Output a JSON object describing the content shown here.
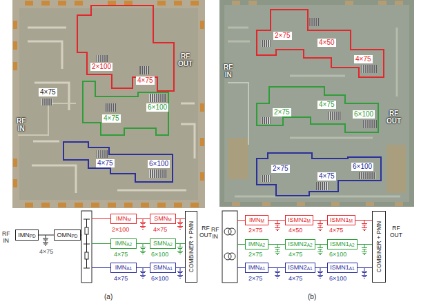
{
  "diagram": {
    "nodes": [
      {
        "text": [
          "IMN",
          "PD"
        ]
      },
      {
        "text": [
          "OMN",
          "PD"
        ]
      },
      {
        "text": [
          "IMN",
          "M"
        ]
      },
      {
        "text": [
          "SMN",
          "M"
        ]
      },
      {
        "text": [
          "IMN",
          "A2"
        ]
      },
      {
        "text": [
          "SMN",
          "A2"
        ]
      },
      {
        "text": [
          "IMN",
          "A1"
        ]
      },
      {
        "text": [
          "SMN",
          "A1"
        ]
      },
      {
        "text": [
          "COMBINER + PMN"
        ]
      },
      {
        "text": [
          "IMN",
          "M"
        ]
      },
      {
        "text": [
          "ISMN2",
          "M"
        ]
      },
      {
        "text": [
          "ISMN1",
          "M"
        ]
      },
      {
        "text": [
          "IMN",
          "A2"
        ]
      },
      {
        "text": [
          "ISMN2",
          "A2"
        ]
      },
      {
        "text": [
          "ISMN1",
          "A2"
        ]
      },
      {
        "text": [
          "IMN",
          "A1"
        ]
      },
      {
        "text": [
          "ISMN2",
          "A1"
        ]
      },
      {
        "text": [
          "ISMN1",
          "A1"
        ]
      },
      {
        "text": [
          "COMBINER + PMN"
        ]
      }
    ],
    "edges": [
      {
        "from": 0,
        "to": 1,
        "arrow": "none"
      },
      {
        "from": 2,
        "to": 3,
        "arrow": "none"
      },
      {
        "from": 3,
        "to": 8,
        "arrow": "none"
      },
      {
        "from": 4,
        "to": 5,
        "arrow": "none"
      },
      {
        "from": 5,
        "to": 8,
        "arrow": "none"
      },
      {
        "from": 6,
        "to": 7,
        "arrow": "none"
      },
      {
        "from": 7,
        "to": 8,
        "arrow": "none"
      },
      {
        "from": 9,
        "to": 10,
        "arrow": "none"
      },
      {
        "from": 10,
        "to": 11,
        "arrow": "none"
      },
      {
        "from": 11,
        "to": 18,
        "arrow": "none"
      },
      {
        "from": 12,
        "to": 13,
        "arrow": "none"
      },
      {
        "from": 13,
        "to": 14,
        "arrow": "none"
      },
      {
        "from": 14,
        "to": 18,
        "arrow": "none"
      },
      {
        "from": 15,
        "to": 16,
        "arrow": "none"
      },
      {
        "from": 16,
        "to": 17,
        "arrow": "none"
      },
      {
        "from": 17,
        "to": 18,
        "arrow": "none"
      }
    ],
    "labels": [
      "2×100",
      "4×75",
      "RF OUT",
      "4×75",
      "RF IN",
      "6×100",
      "4×75",
      "4×75",
      "6×100",
      "RF IN",
      "4×75",
      "2×100",
      "4×75",
      "4×75",
      "6×100",
      "4×75",
      "6×100",
      "RF OUT",
      "(a)",
      "2×75",
      "4×50",
      "4×75",
      "RF IN",
      "2×75",
      "4×75",
      "6×100",
      "RF OUT",
      "2×75",
      "4×75",
      "6×100",
      "RF IN",
      "2×75",
      "4×50",
      "4×75",
      "2×75",
      "4×75",
      "6×100",
      "2×75",
      "4×75",
      "6×100",
      "RF OUT",
      "(b)"
    ]
  }
}
